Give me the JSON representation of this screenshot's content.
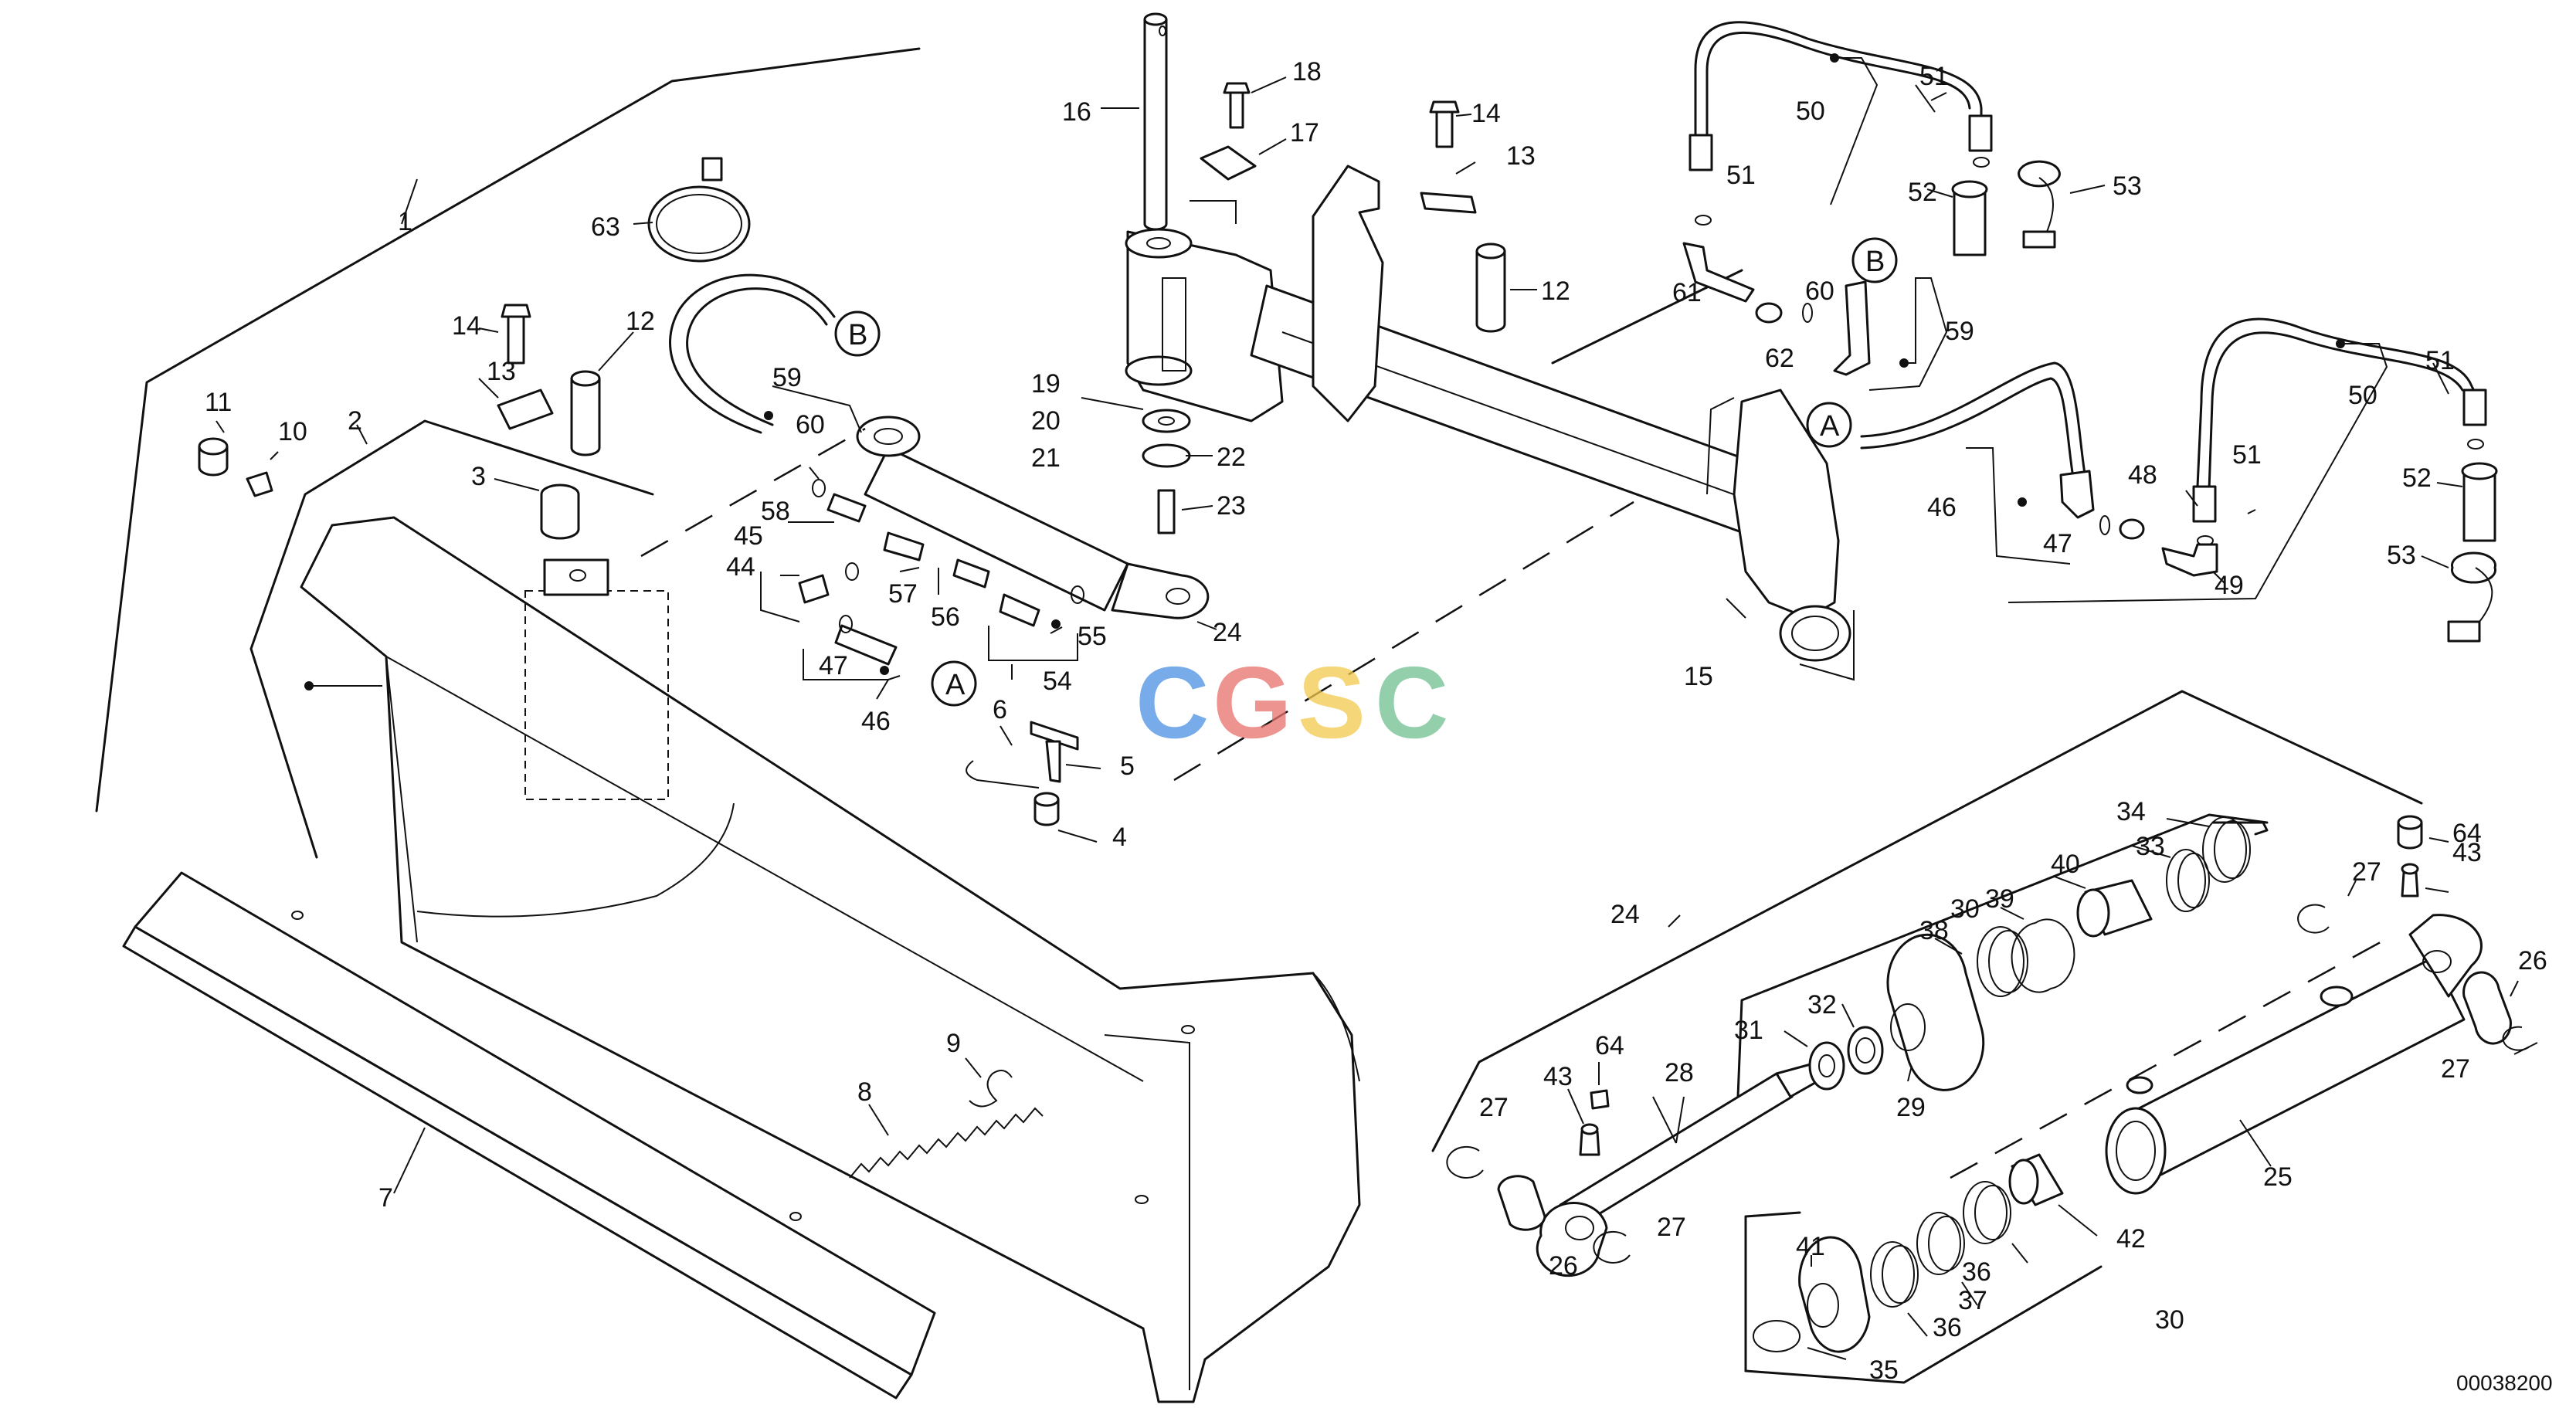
{
  "document_id": "00038200",
  "watermark": {
    "letters": [
      "C",
      "G",
      "S",
      "C"
    ],
    "colors": [
      "#4a90e2",
      "#e8716b",
      "#f2c94c",
      "#6fbf8f"
    ]
  },
  "reference_markers": [
    "A",
    "B"
  ],
  "callouts": [
    "1",
    "2",
    "3",
    "4",
    "5",
    "6",
    "7",
    "8",
    "9",
    "10",
    "11",
    "12",
    "13",
    "14",
    "15",
    "16",
    "17",
    "18",
    "19",
    "20",
    "21",
    "22",
    "23",
    "24",
    "25",
    "26",
    "27",
    "28",
    "29",
    "30",
    "31",
    "32",
    "33",
    "34",
    "35",
    "36",
    "37",
    "38",
    "39",
    "40",
    "41",
    "42",
    "43",
    "44",
    "45",
    "46",
    "47",
    "48",
    "49",
    "50",
    "51",
    "52",
    "53",
    "54",
    "55",
    "56",
    "57",
    "58",
    "59",
    "60",
    "61",
    "62",
    "63",
    "64"
  ],
  "labels": [
    "1",
    "2",
    "3",
    "4",
    "5",
    "6",
    "7",
    "8",
    "9",
    "10",
    "11",
    "12",
    "13",
    "14",
    "15",
    "16",
    "17",
    "18",
    "19",
    "20",
    "21",
    "22",
    "23",
    "24",
    "44",
    "45",
    "46",
    "47",
    "54",
    "55",
    "56",
    "57",
    "58",
    "59",
    "60",
    "63",
    "12",
    "13",
    "14",
    "50",
    "51",
    "51",
    "52",
    "53",
    "59",
    "60",
    "61",
    "62",
    "46",
    "47",
    "48",
    "49",
    "50",
    "51",
    "51",
    "52",
    "53",
    "24",
    "25",
    "26",
    "26",
    "27",
    "27",
    "27",
    "27",
    "28",
    "29",
    "30",
    "30",
    "31",
    "32",
    "33",
    "34",
    "35",
    "36",
    "36",
    "37",
    "38",
    "39",
    "40",
    "41",
    "42",
    "43",
    "43",
    "64",
    "64"
  ]
}
